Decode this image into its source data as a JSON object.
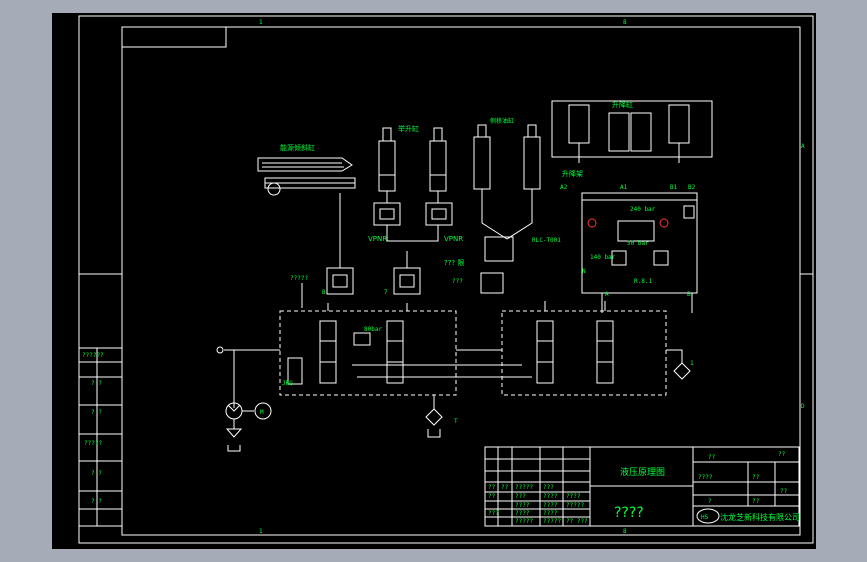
{
  "sheet": {
    "zone_top": [
      "1",
      "8"
    ],
    "zone_bottom": [
      "1",
      "8"
    ],
    "zone_right": [
      "A",
      "D"
    ]
  },
  "labels": {
    "mast_tilt": "能源倾斜缸",
    "lift_cyl": "举升缸",
    "side_shift": "侧移油缸",
    "lift_frame": "升降缸",
    "lift_frame2": "升降架",
    "qty_q": "?????",
    "vpnr_left": "VPNR",
    "vpnr_right": "VPNR",
    "relief_80": "80bar",
    "valve_code": "RLC-T001",
    "p240": "240 bar",
    "p50": "50 bar",
    "p140": "140 bar",
    "ratio": "R.8.1",
    "brake": "B",
    "a1": "A1",
    "a2": "A2",
    "b1": "B1",
    "b2": "B2",
    "port_a": "A",
    "port_b": "B",
    "port_n": "N",
    "port_t": "T",
    "num_1": "1",
    "num_7": "7",
    "label_left_small": "?????",
    "flow_note": "???",
    "drain_note": "??? 限",
    "acc": "JRG",
    "motor": "M"
  },
  "title_block": {
    "drawing_name": "液压原理图",
    "number": "????",
    "company": "沈龙芝新科技有限公司",
    "grid_cells": [
      "??",
      "??",
      "?????",
      "???",
      "??",
      "???",
      "????",
      "????",
      "????",
      "????",
      "?????",
      "???",
      "????",
      "????",
      "?????",
      "?????",
      "?? ???"
    ],
    "right_cells": [
      "??",
      "??",
      "????",
      "??",
      "?",
      "??",
      "??"
    ]
  },
  "left_panel": [
    "??????",
    "? ?",
    "? ?",
    "?????",
    "? ?",
    "? ?"
  ],
  "colors": {
    "background": "#000000",
    "lines": "#ffffff",
    "text": "#00ff3c",
    "frame": "#a6acb7"
  }
}
